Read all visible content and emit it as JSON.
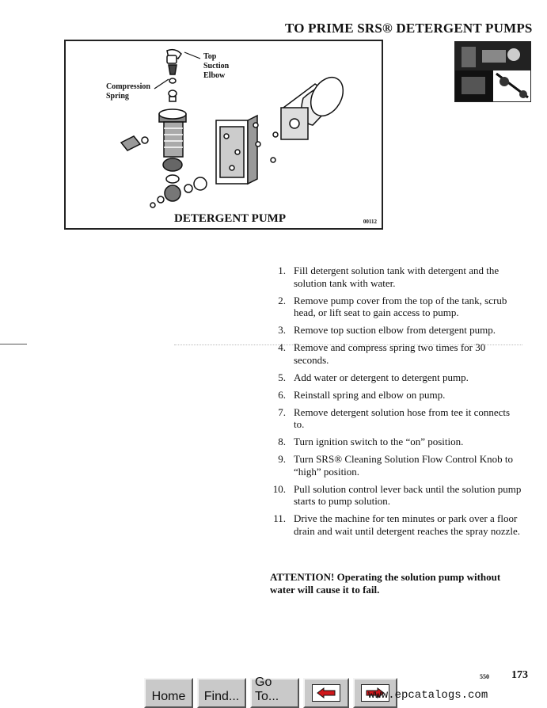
{
  "header": {
    "title": "TO PRIME SRS® DETERGENT PUMPS"
  },
  "figure": {
    "caption": "DETERGENT PUMP",
    "code": "00112",
    "labels": {
      "top_suction_elbow": [
        "Top",
        "Suction",
        "Elbow"
      ],
      "compression_spring": [
        "Compression",
        "Spring"
      ]
    }
  },
  "steps": [
    {
      "num": "1.",
      "text": "Fill detergent solution tank with detergent and the solution tank with water."
    },
    {
      "num": "2.",
      "text": "Remove pump cover from the top of the tank, scrub head, or lift seat to gain access to pump."
    },
    {
      "num": "3.",
      "text": "Remove top suction elbow from detergent pump."
    },
    {
      "num": "4.",
      "text": "Remove and compress spring two times for 30 seconds."
    },
    {
      "num": "5.",
      "text": "Add water or detergent to detergent pump."
    },
    {
      "num": "6.",
      "text": "Reinstall spring and elbow on pump."
    },
    {
      "num": "7.",
      "text": "Remove detergent solution hose from tee it connects to."
    },
    {
      "num": "8.",
      "text": "Turn ignition switch to the “on” position."
    },
    {
      "num": "9.",
      "text": "Turn SRS® Cleaning Solution Flow Control Knob to “high” position."
    },
    {
      "num": "10.",
      "text": "Pull solution control lever back until the solution pump starts to pump solution."
    },
    {
      "num": "11.",
      "text": "Drive the machine for ten minutes or park over a floor drain and wait until detergent reaches the spray nozzle."
    }
  ],
  "attention": "ATTENTION! Operating the solution pump without water will cause it to fail.",
  "footer": {
    "model": "550",
    "page": "173"
  },
  "nav": {
    "home": "Home",
    "find": "Find...",
    "goto": "Go To...",
    "back_icon": "left-arrow-icon",
    "forward_icon": "right-arrow-icon"
  },
  "watermark": "www.epcatalogs.com",
  "colors": {
    "arrow_red": "#d0171b",
    "button_gray": "#c9c9c9"
  }
}
